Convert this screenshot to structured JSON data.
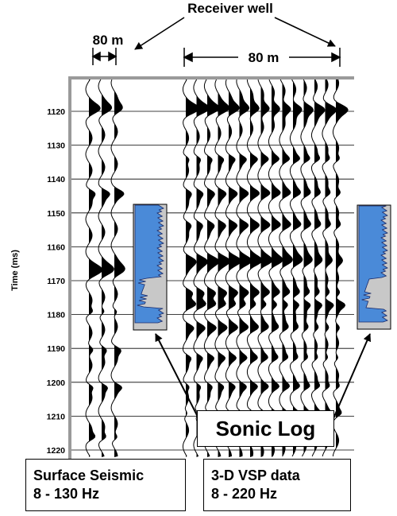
{
  "title": "Receiver well",
  "dim_left": "80 m",
  "dim_right": "80 m",
  "y_axis_label": "Time (ms)",
  "y_ticks": [
    "1120",
    "1130",
    "1140",
    "1150",
    "1160",
    "1170",
    "1180",
    "1190",
    "1200",
    "1210",
    "1220"
  ],
  "sonic_log_label": "Sonic Log",
  "surface_box": {
    "line1": "Surface Seismic",
    "line2": "8 - 130 Hz"
  },
  "vsp_box": {
    "line1": "3-D VSP data",
    "line2": "8 - 220 Hz"
  },
  "colors": {
    "log_fill": "#4a8ad8",
    "log_bg": "#c8c8c8",
    "trace": "#000000",
    "grid": "#000000"
  }
}
